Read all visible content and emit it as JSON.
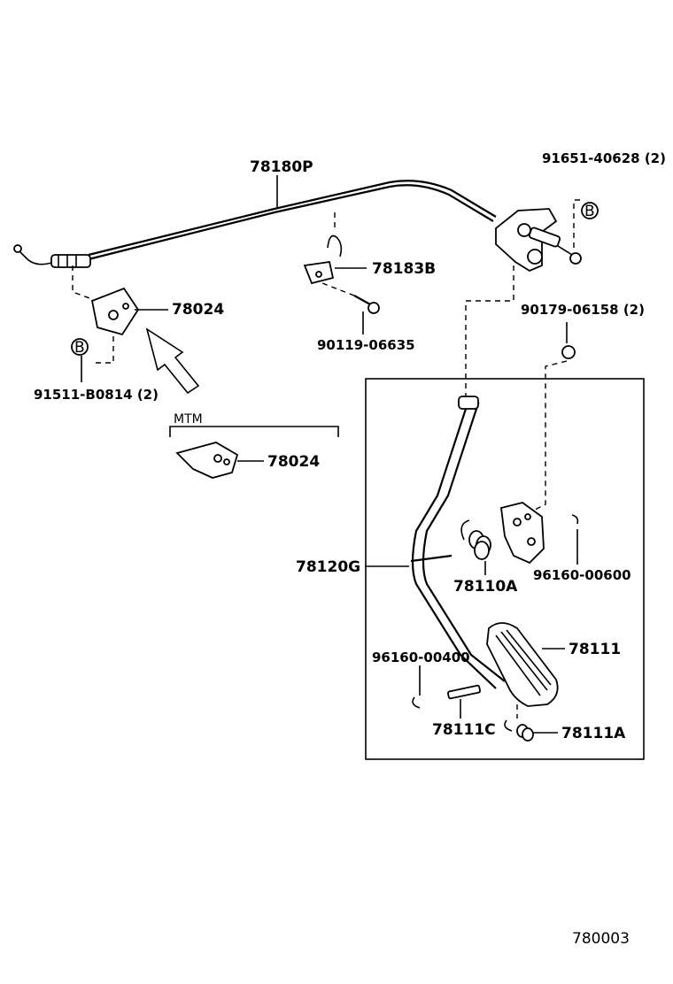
{
  "diagram": {
    "ref_number": "780003",
    "callout_letter": "B",
    "group_label": "MTM",
    "parts": {
      "cable": "78180P",
      "clip_top_right": "91651-40628 (2)",
      "bracket_cable": "78183B",
      "bolt_bracket": "90119-06635",
      "bracket_left": "78024",
      "bolt_left": "91511-B0814 (2)",
      "bracket_mtm": "78024",
      "nut_pedal": "90179-06158 (2)",
      "pedal_assy": "78120G",
      "spring": "78110A",
      "clip_right": "96160-00600",
      "pad": "78111",
      "clip_left": "96160-00400",
      "pin": "78111C",
      "spring_pad": "78111A"
    }
  }
}
